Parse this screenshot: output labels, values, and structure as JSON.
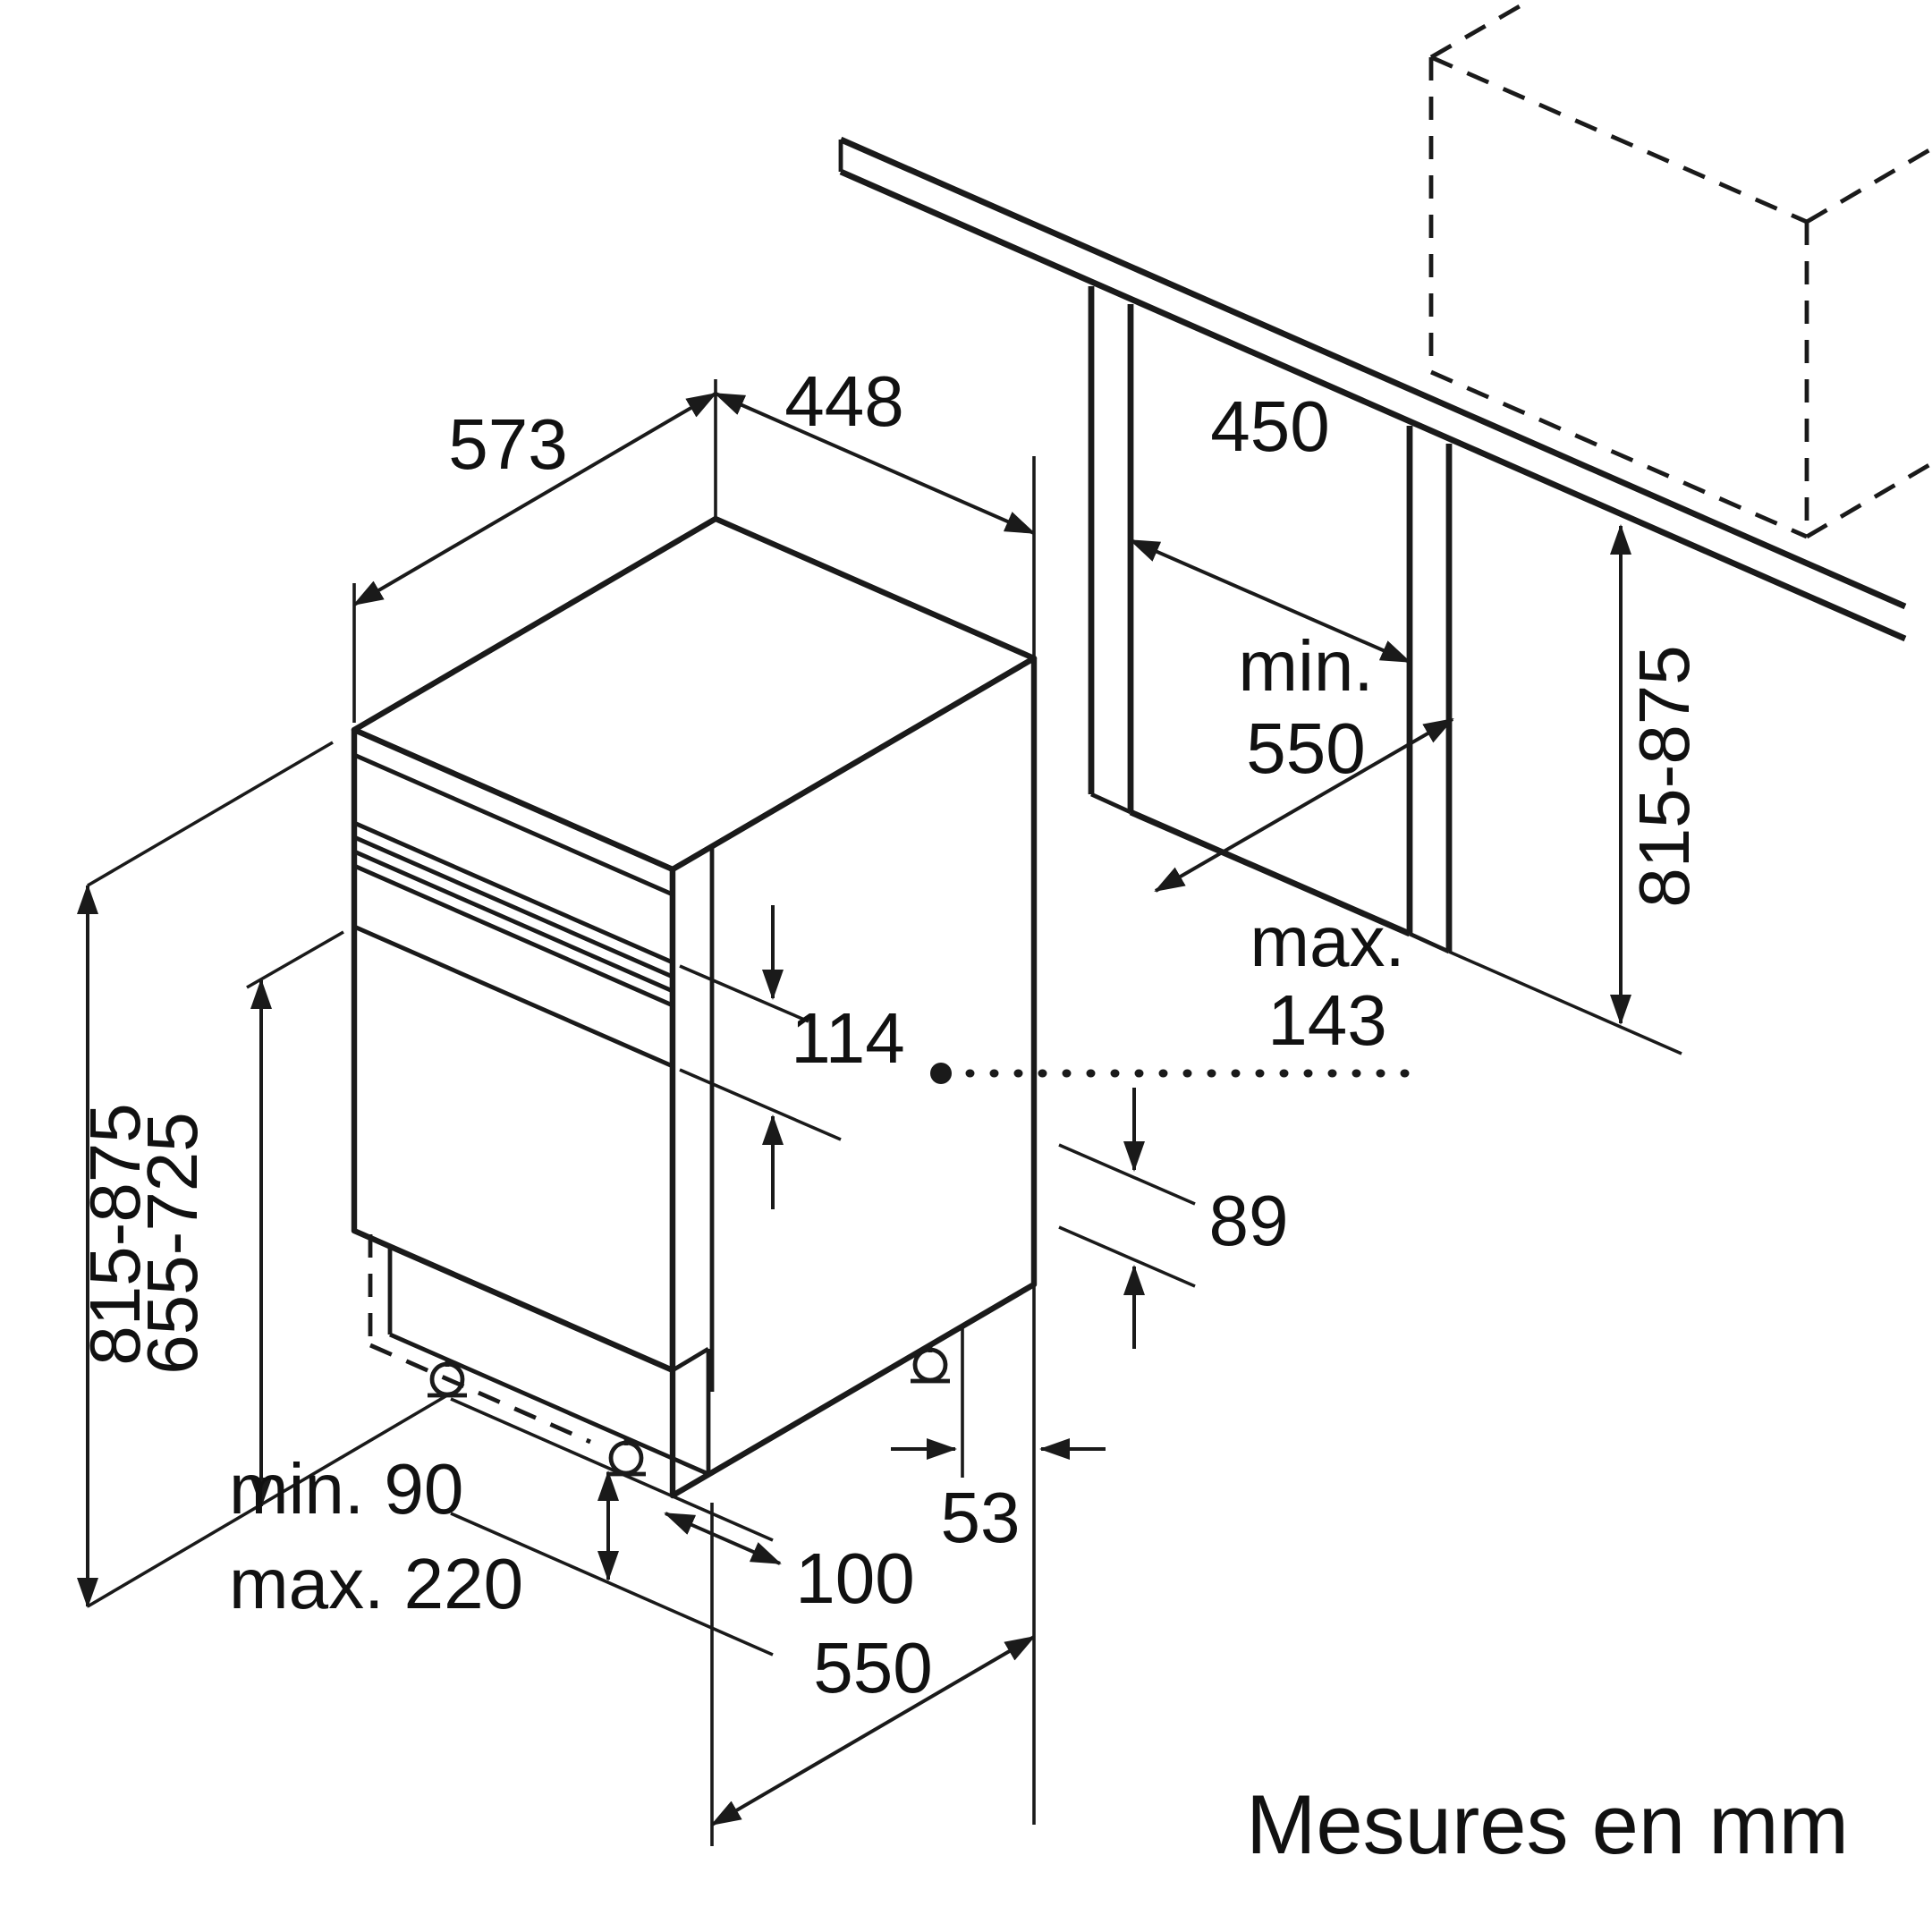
{
  "labels": {
    "depth_top": "573",
    "width_top": "448",
    "niche_width": "450",
    "niche_min": "min.",
    "niche_depth": "550",
    "height_outer": "815-875",
    "door_height": "655-725",
    "fascia_height": "114",
    "clearance_max": "max.",
    "clearance_value": "143",
    "niche_height": "815-875",
    "rear_gap": "89",
    "plinth_min": "min. 90",
    "plinth_max": "max. 220",
    "base_inset": "53",
    "foot_distance": "100",
    "base_depth": "550",
    "units": "Mesures en mm"
  },
  "colors": {
    "line": "#1a1a1a",
    "background": "#ffffff"
  }
}
